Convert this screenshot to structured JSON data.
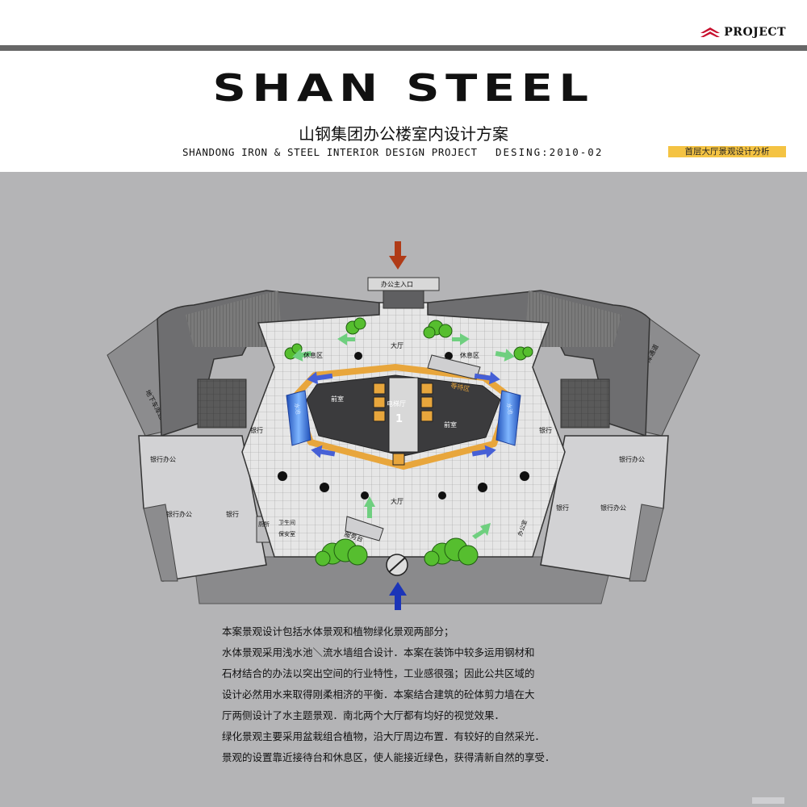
{
  "header": {
    "logo_text": "PROJECT",
    "brand": "SHAN STEEL",
    "title_cn": "山钢集团办公楼室内设计方案",
    "title_en": "SHANDONG IRON & STEEL INTERIOR DESIGN PROJECT",
    "design_date": "DESING:2010-02",
    "tag": "首层大厅景观设计分析"
  },
  "plan": {
    "labels": {
      "main_entrance": "办公主入口",
      "hall_north": "大厅",
      "hall_south": "大厅",
      "rest_left": "休息区",
      "rest_right": "休息区",
      "waiting": "等待区",
      "elevator_hall": "电梯厅",
      "elevator_no": "1",
      "front_left": "前室",
      "front_right": "前室",
      "ramp_left": "地下车库通道",
      "ramp_right": "地下车库通道",
      "bank_left": "银行",
      "bank_right": "银行",
      "bank_office_left_top": "银行办公",
      "bank_office_left_bottom": "银行办公",
      "bank_lower_left": "银行",
      "bank_office_right_top": "银行办公",
      "bank_office_right_bottom": "银行办公",
      "bank_lower_right": "银行",
      "reception": "服务台",
      "toilet_left": "厕所",
      "toilet_right": "卫生间",
      "security": "保安室",
      "office": "办公室",
      "water_left": "水池",
      "water_right": "水池"
    },
    "colors": {
      "background": "#b4b4b6",
      "floor_tile": "#e4e4e4",
      "wall_dark": "#333333",
      "orange_band": "#e8a63c",
      "water_blue": "#3a7bd5",
      "green_arrow": "#6fcf7f",
      "blue_arrow": "#4660d6",
      "plant_green": "#55bd2e",
      "entry_arrow_north": "#b03b17",
      "entry_arrow_south": "#1c35b8"
    }
  },
  "description": [
    "本案景观设计包括水体景观和植物绿化景观两部分；",
    "水体景观采用浅水池＼流水墙组合设计．本案在装饰中较多运用钢材和",
    "石材结合的办法以突出空间的行业特性，工业感很强；因此公共区域的",
    "设计必然用水来取得刚柔相济的平衡．本案结合建筑的砼体剪力墙在大",
    "厅两侧设计了水主题景观．南北两个大厅都有均好的视觉效果．",
    "绿化景观主要采用盆栽组合植物，沿大厅周边布置．有较好的自然采光．",
    "景观的设置靠近接待台和休息区，使人能接近绿色，获得清新自然的享受．"
  ]
}
